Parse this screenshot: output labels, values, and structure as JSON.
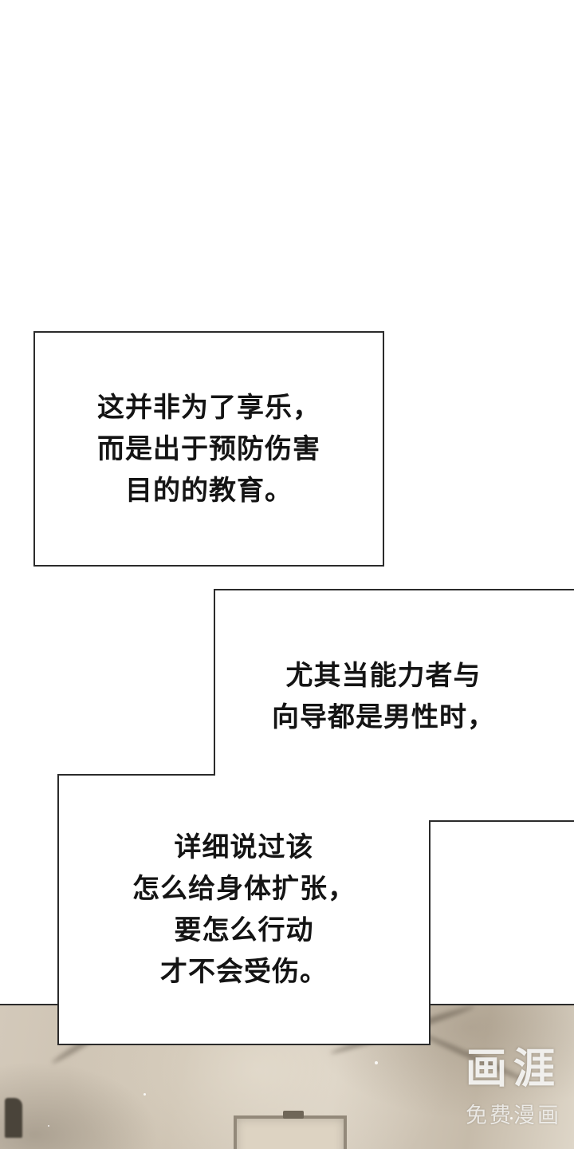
{
  "bubbles": [
    {
      "lines": [
        "这并非为了享乐，",
        "而是出于预防伤害",
        "目的的教育。"
      ]
    },
    {
      "lines": [
        "尤其当能力者与",
        "向导都是男性时，"
      ]
    },
    {
      "lines": [
        "详细说过该",
        "怎么给身体扩张，",
        "要怎么行动",
        "才不会受伤。"
      ]
    }
  ],
  "watermark": {
    "logo": "画涯",
    "subtitle": "免费漫画"
  },
  "colors": {
    "bubble_border": "#2b2b2b",
    "text": "#141414",
    "panel_base": "#cfc4b4",
    "watermark": "#f5f4f0"
  }
}
